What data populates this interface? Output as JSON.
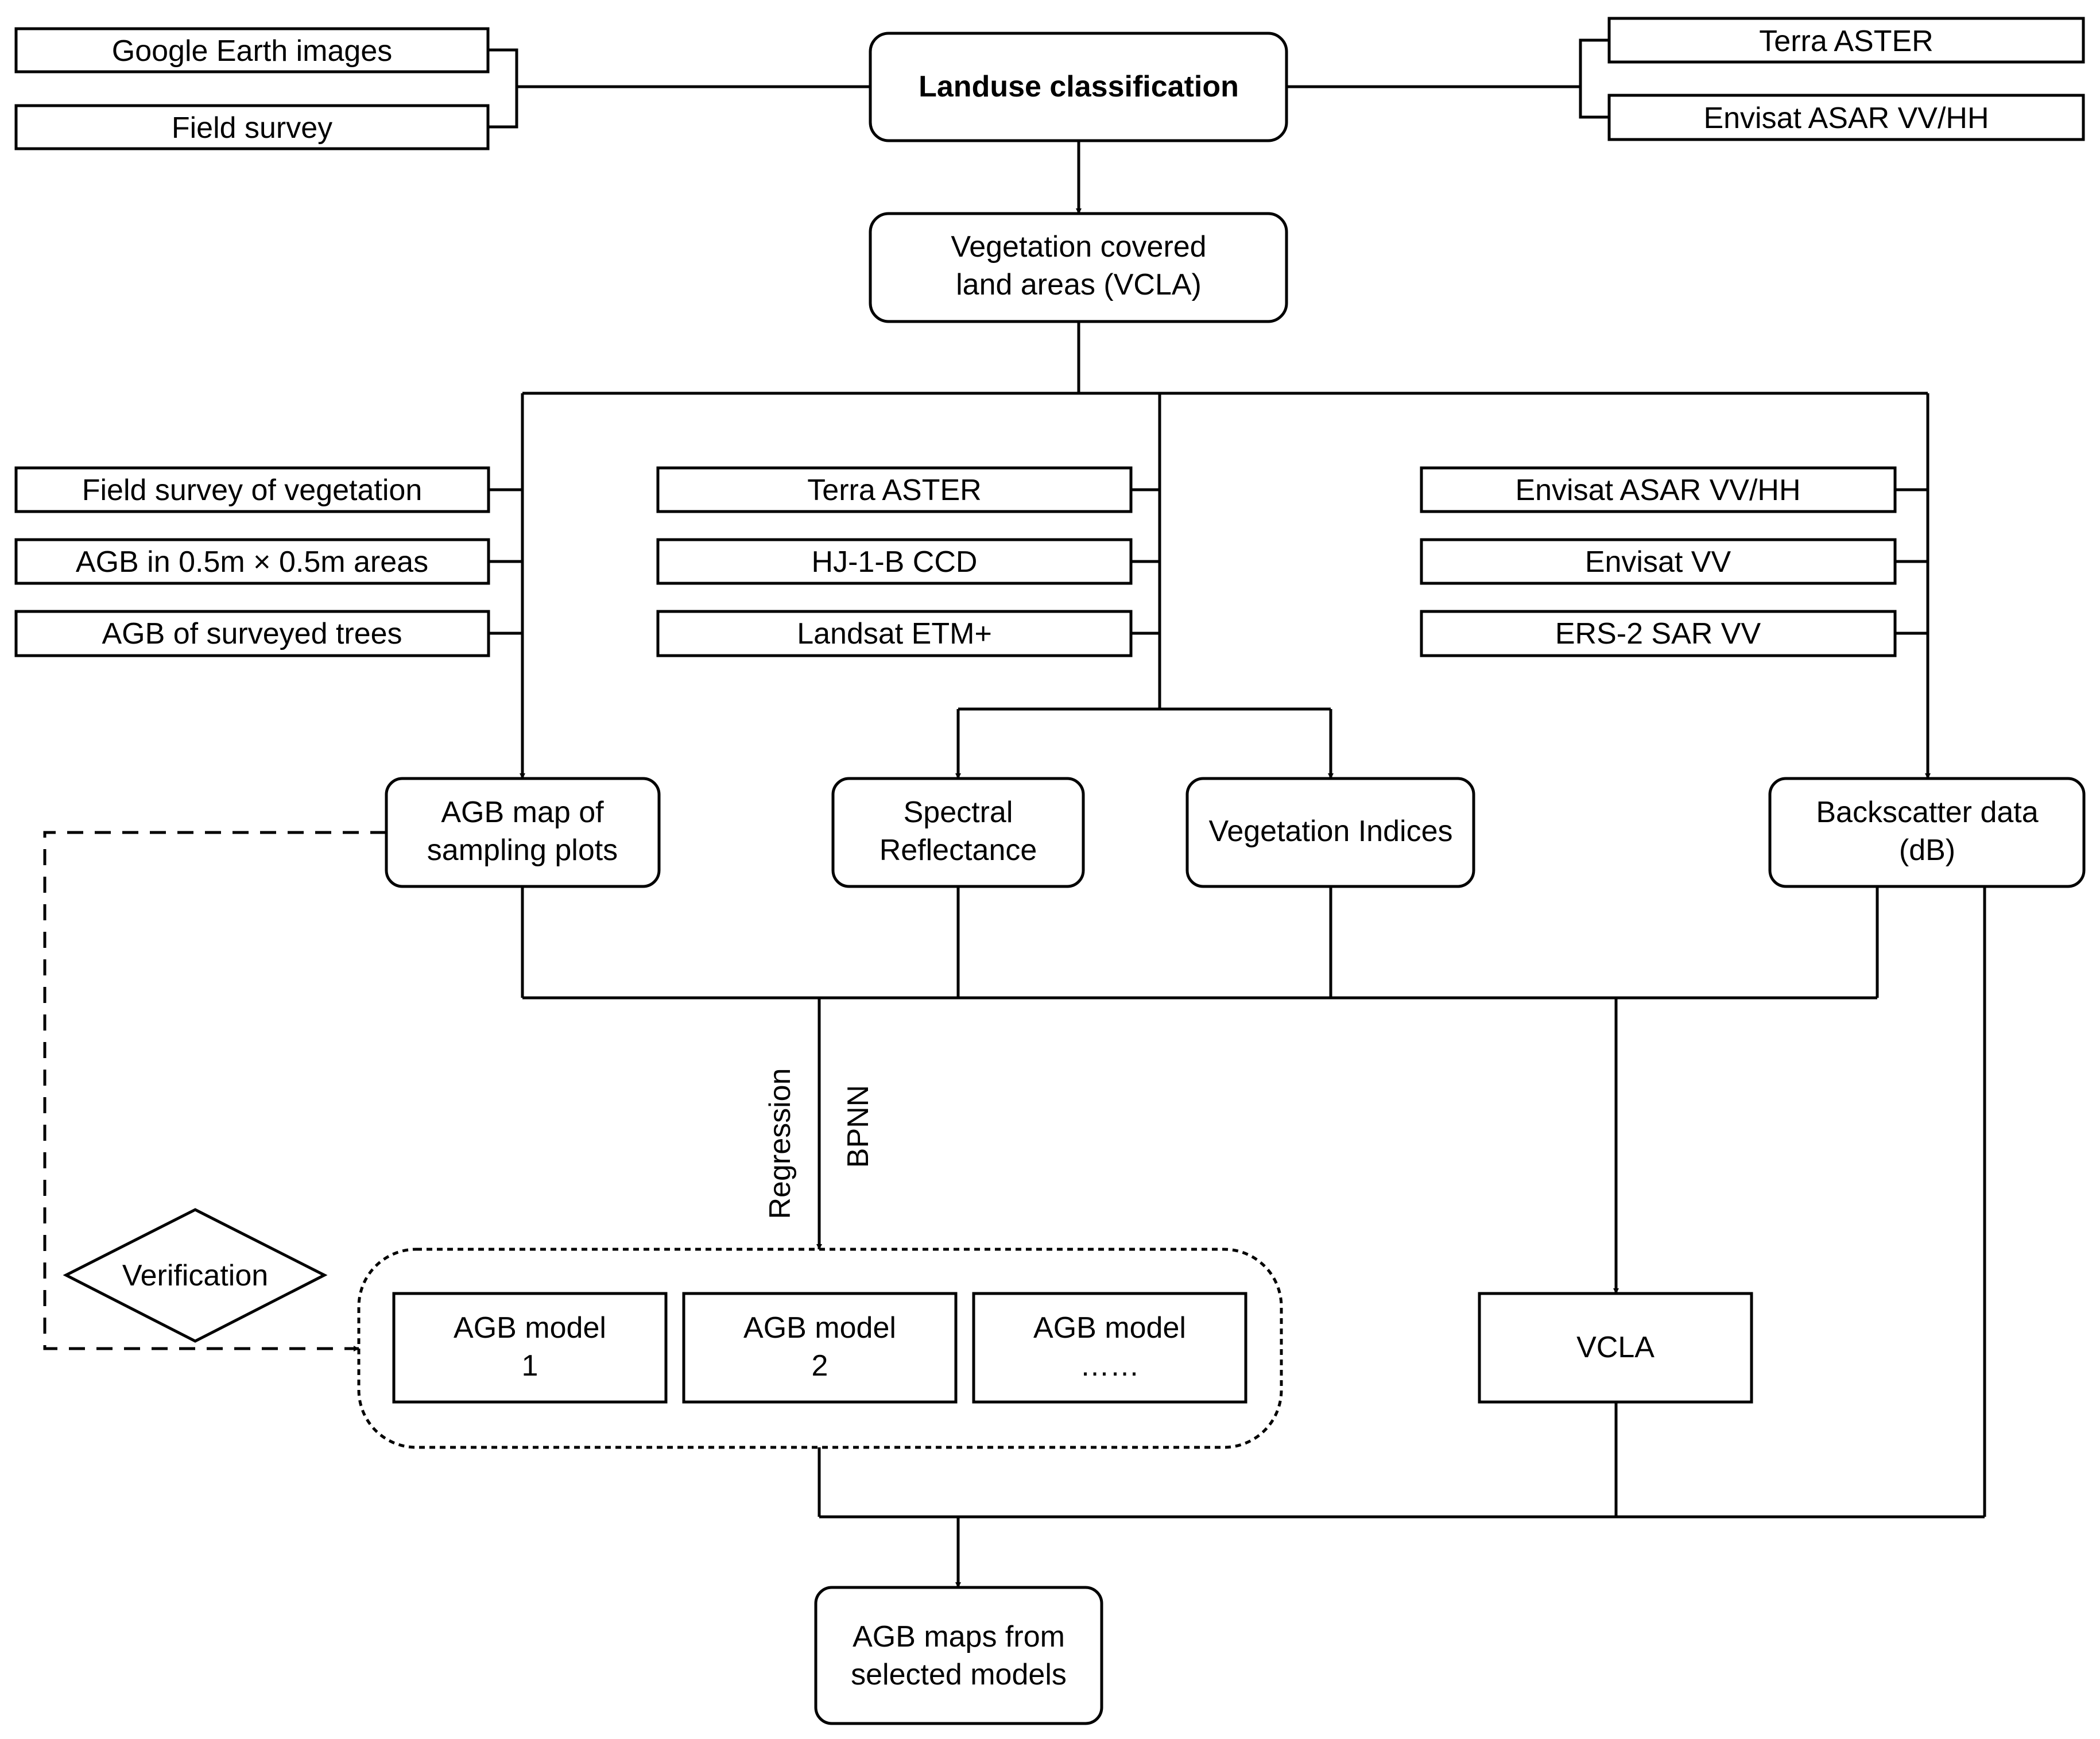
{
  "top": {
    "landuse": "Landuse classification",
    "google_earth": "Google Earth images",
    "field_survey": "Field survey",
    "terra_aster": "Terra ASTER",
    "envisat_asar": "Envisat ASAR VV/HH",
    "vcla_line1": "Vegetation covered",
    "vcla_line2": "land areas (VCLA)"
  },
  "inputs": {
    "field_veg": "Field survey of vegetation",
    "agb_plots": "AGB in 0.5m × 0.5m areas",
    "agb_trees": "AGB of surveyed trees",
    "terra_aster": "Terra ASTER",
    "hj1b": "HJ-1-B CCD",
    "landsat": "Landsat ETM+",
    "envisat_asar": "Envisat ASAR VV/HH",
    "envisat_vv": "Envisat VV",
    "ers2": "ERS-2 SAR VV"
  },
  "products": {
    "agb_map_l1": "AGB map of",
    "agb_map_l2": "sampling plots",
    "spectral_l1": "Spectral",
    "spectral_l2": "Reflectance",
    "veg_indices": "Vegetation Indices",
    "backscatter_l1": "Backscatter data",
    "backscatter_l2": "(dB)"
  },
  "methods": {
    "regression": "Regression",
    "bpnn": "BPNN",
    "verification": "Verification"
  },
  "models": {
    "model_label": "AGB model",
    "model1_num": "1",
    "model2_num": "2",
    "model3_num": "……",
    "vcla": "VCLA"
  },
  "output": {
    "line1": "AGB maps from",
    "line2": "selected models"
  }
}
